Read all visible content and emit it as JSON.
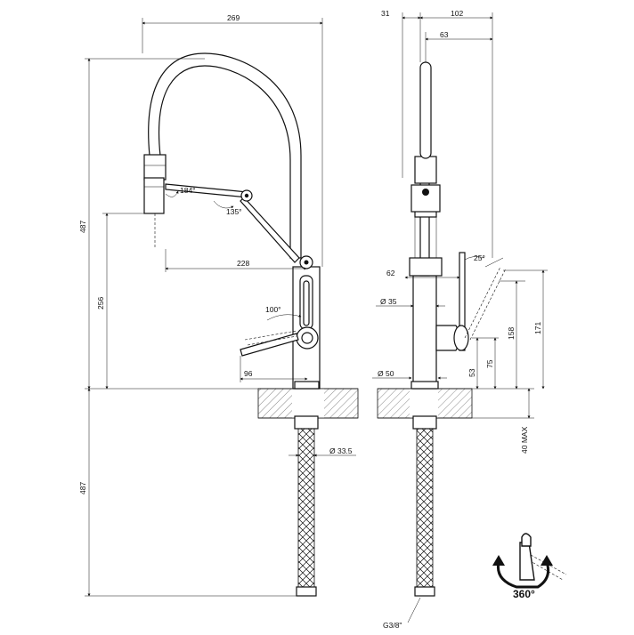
{
  "drawing": {
    "front_view": {
      "width_top": "269",
      "height_upper": "487",
      "spout_height": "256",
      "spout_reach": "228",
      "handle_reach": "96",
      "angle_joint": "184°",
      "angle_arm": "135°",
      "angle_handle": "100°",
      "height_lower": "487",
      "hose_diameter": "Ø 33.5"
    },
    "side_view": {
      "offset_31": "31",
      "width_102": "102",
      "width_63": "63",
      "width_62": "62",
      "angle_25": "25°",
      "diameter_35": "Ø 35",
      "diameter_50": "Ø 50",
      "height_158": "158",
      "height_171": "171",
      "height_75": "75",
      "height_53": "53",
      "max_40": "40 MAX",
      "thread": "G3/8\""
    },
    "rotation_label": "360°"
  }
}
